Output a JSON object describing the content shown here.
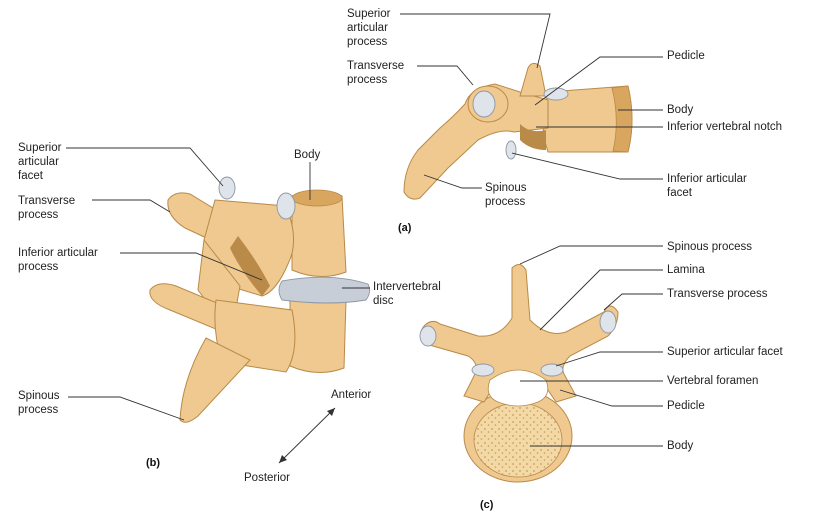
{
  "colors": {
    "bone": "#efc98f",
    "bone_dark": "#d9a660",
    "bone_shadow": "#b98a48",
    "cartilage": "#dfe3ea",
    "disc": "#c8ced8",
    "spongy": "#f2d9a6",
    "line": "#333333"
  },
  "panel_a": {
    "tag": "(a)",
    "labels": {
      "superior_articular": [
        "Superior",
        "articular",
        "process"
      ],
      "transverse": [
        "Transverse",
        "process"
      ],
      "pedicle": [
        "Pedicle"
      ],
      "body": [
        "Body"
      ],
      "inferior_notch": [
        "Inferior vertebral notch"
      ],
      "spinous": [
        "Spinous",
        "process"
      ],
      "inferior_facet": [
        "Inferior articular",
        "facet"
      ]
    }
  },
  "panel_b": {
    "tag": "(b)",
    "labels": {
      "superior_facet": [
        "Superior",
        "articular",
        "facet"
      ],
      "transverse": [
        "Transverse",
        "process"
      ],
      "inferior_process": [
        "Inferior articular",
        "process"
      ],
      "spinous": [
        "Spinous",
        "process"
      ],
      "body": [
        "Body"
      ],
      "disc": [
        "Intervertebral",
        "disc"
      ],
      "anterior": [
        "Anterior"
      ],
      "posterior": [
        "Posterior"
      ]
    }
  },
  "panel_c": {
    "tag": "(c)",
    "labels": {
      "spinous": [
        "Spinous process"
      ],
      "lamina": [
        "Lamina"
      ],
      "transverse": [
        "Transverse process"
      ],
      "superior_facet": [
        "Superior articular facet"
      ],
      "foramen": [
        "Vertebral foramen"
      ],
      "pedicle": [
        "Pedicle"
      ],
      "body": [
        "Body"
      ]
    }
  }
}
